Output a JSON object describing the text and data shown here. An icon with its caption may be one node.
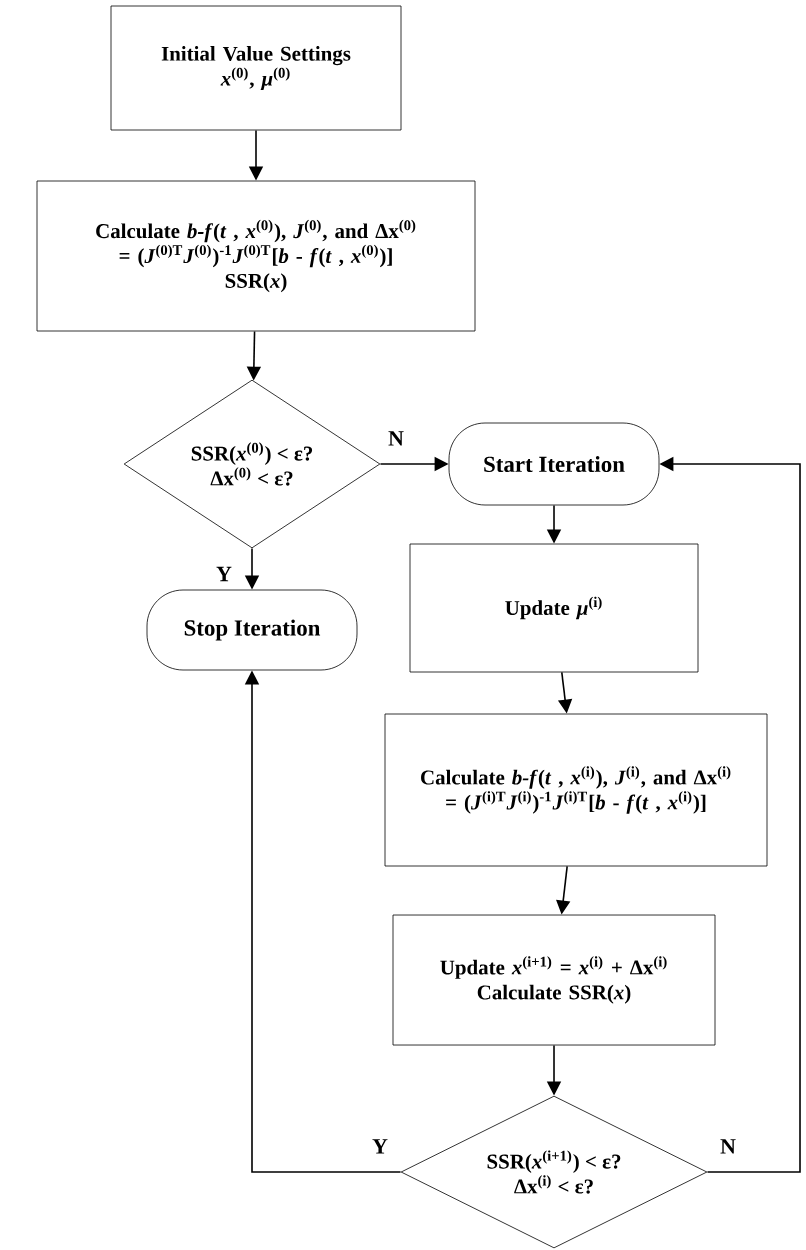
{
  "diagram": {
    "nodes": [
      {
        "text": [
          "Initial Value Settings",
          "*x*$^{(0)}$, *μ*$^{(0)}$"
        ]
      },
      {
        "text": [
          "Calculate *b-f*(*t* , *x*$^{(0)}$), *J*$^{(0)}$, and Δx$^{(0)}$ = (*J*$^{(0)T}$*J*$^{(0)}$)$^{-1}$*J*$^{(0)T}$[*b* - *f*(*t* , *x*$^{(0)}$)]",
          "SSR(*x*)"
        ]
      },
      {
        "text": [
          "SSR(*x*$^{(0)}$) < ε?",
          "Δx$^{(0)}$ < ε?"
        ]
      },
      {
        "text": [
          "Start Iteration"
        ]
      },
      {
        "text": [
          "Stop Iteration"
        ]
      },
      {
        "text": [
          "Update *μ*$^{(i)}$"
        ]
      },
      {
        "text": [
          "Calculate *b-f*(*t* , *x*$^{(i)}$), *J*$^{(i)}$, and Δx$^{(i)}$ = (*J*$^{(i)T}$*J*$^{(i)}$)$^{-1}$*J*$^{(i)T}$[*b* - *f*(*t* , *x*$^{(i)}$)]"
        ]
      },
      {
        "text": [
          "Update *x*$^{(i+1)}$ = *x*$^{(i)}$ + Δx$^{(i)}$",
          "Calculate SSR(*x*)"
        ]
      },
      {
        "text": [
          "SSR(*x*$^{(i+1)}$) < ε?",
          "Δx$^{(i)}$ < ε?"
        ]
      }
    ],
    "edges": [
      {
        "from": 0,
        "to": 1,
        "arrow": "to"
      },
      {
        "from": 1,
        "to": 2,
        "arrow": "to"
      },
      {
        "from": 2,
        "to": 3,
        "arrow": "to",
        "label": "N"
      },
      {
        "from": 2,
        "to": 4,
        "arrow": "to",
        "label": "Y"
      },
      {
        "from": 3,
        "to": 5,
        "arrow": "to"
      },
      {
        "from": 5,
        "to": 6,
        "arrow": "to"
      },
      {
        "from": 6,
        "to": 7,
        "arrow": "to"
      },
      {
        "from": 7,
        "to": 8,
        "arrow": "to"
      },
      {
        "from": 8,
        "to": 4,
        "arrow": "to",
        "label": "Y"
      },
      {
        "from": 8,
        "to": 3,
        "arrow": "to",
        "label": "N"
      }
    ]
  }
}
